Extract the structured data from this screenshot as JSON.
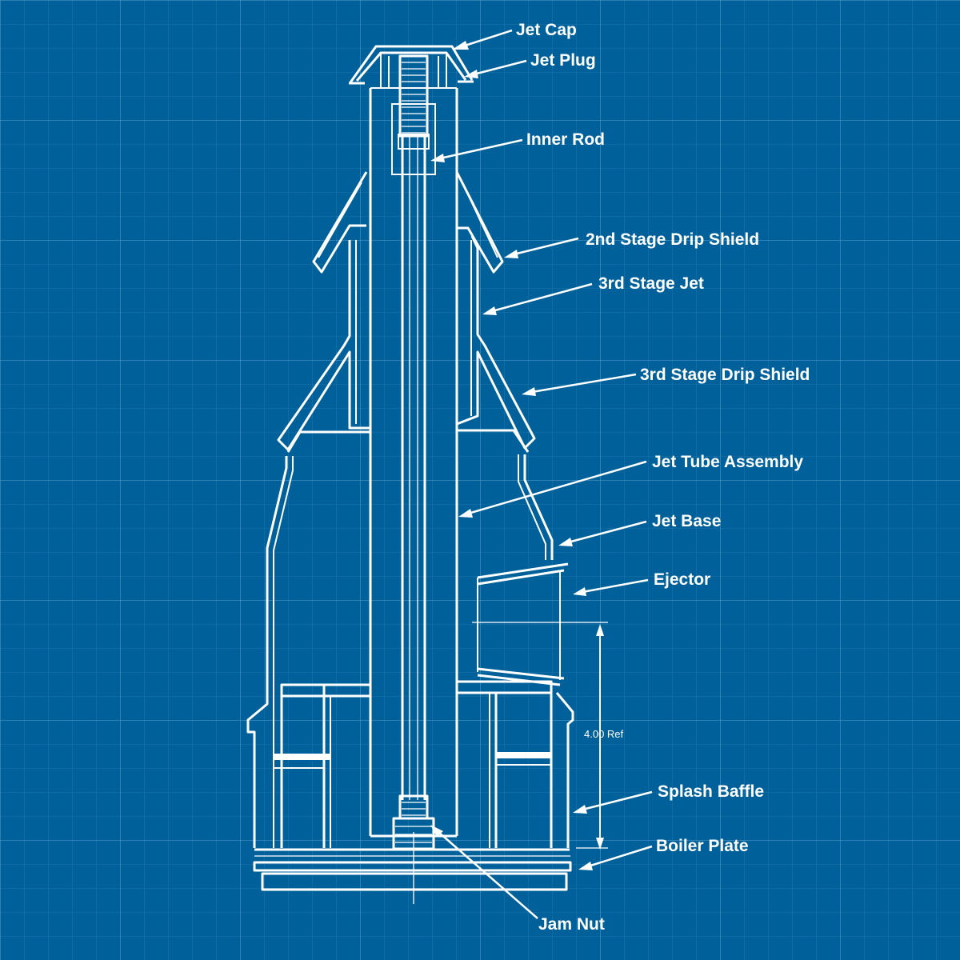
{
  "labels": {
    "jet_cap": "Jet Cap",
    "jet_plug": "Jet Plug",
    "inner_rod": "Inner Rod",
    "drip_shield_2": "2nd Stage Drip Shield",
    "jet_3": "3rd Stage Jet",
    "drip_shield_3": "3rd Stage Drip Shield",
    "jet_tube_assembly": "Jet Tube Assembly",
    "jet_base": "Jet Base",
    "ejector": "Ejector",
    "splash_baffle": "Splash Baffle",
    "boiler_plate": "Boiler Plate",
    "jam_nut": "Jam Nut"
  },
  "dimension": "4.00 Ref",
  "colors": {
    "background": "#00609a",
    "grid": "#5b9fc9",
    "line": "#ffffff"
  }
}
